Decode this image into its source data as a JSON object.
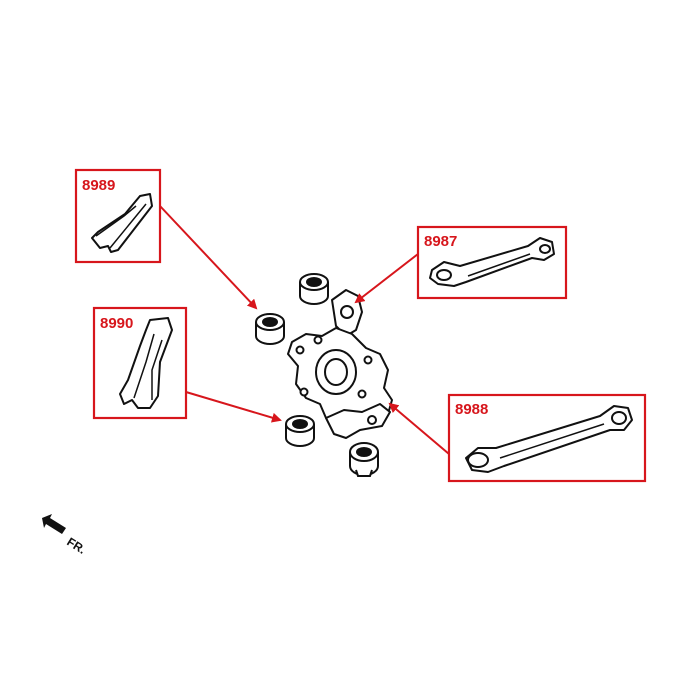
{
  "parts": [
    {
      "id": "p8989",
      "code": "8989"
    },
    {
      "id": "p8990",
      "code": "8990"
    },
    {
      "id": "p8987",
      "code": "8987"
    },
    {
      "id": "p8988",
      "code": "8988"
    }
  ],
  "direction": {
    "label": "FR."
  },
  "colors": {
    "accent": "#d7161c",
    "ink": "#111111",
    "fill": "#ffffff"
  }
}
